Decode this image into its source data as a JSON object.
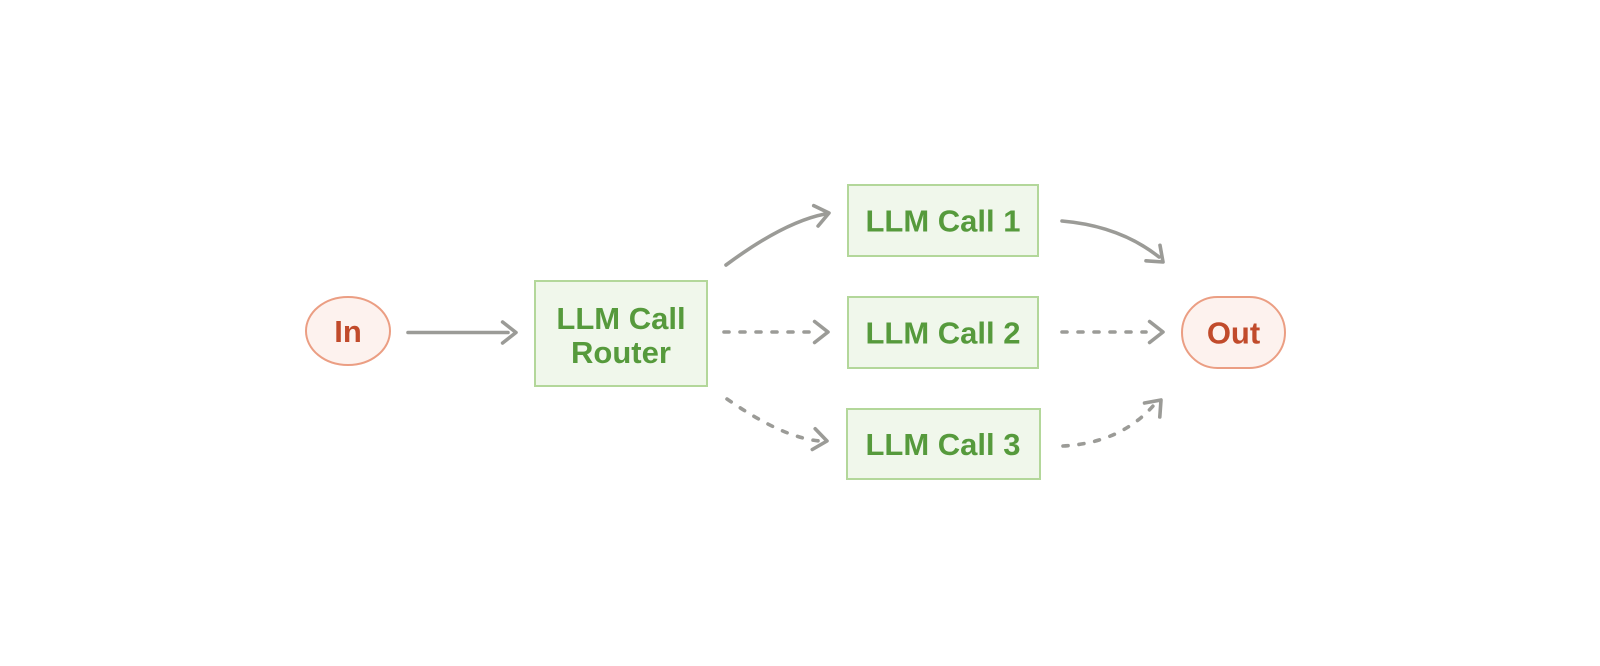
{
  "diagram": {
    "kind": "routing-workflow-flow-diagram",
    "nodes": {
      "in": {
        "label": "In",
        "shape": "ellipse",
        "color_role": "red"
      },
      "router": {
        "label": "LLM Call Router",
        "label_line1": "LLM Call",
        "label_line2": "Router",
        "shape": "rectangle",
        "color_role": "green"
      },
      "call1": {
        "label": "LLM Call 1",
        "shape": "rectangle",
        "color_role": "green"
      },
      "call2": {
        "label": "LLM Call 2",
        "shape": "rectangle",
        "color_role": "green"
      },
      "call3": {
        "label": "LLM Call 3",
        "shape": "rectangle",
        "color_role": "green"
      },
      "out": {
        "label": "Out",
        "shape": "pill",
        "color_role": "red"
      }
    },
    "edges": [
      {
        "from": "in",
        "to": "router",
        "style": "solid"
      },
      {
        "from": "router",
        "to": "call1",
        "style": "solid"
      },
      {
        "from": "router",
        "to": "call2",
        "style": "dashed"
      },
      {
        "from": "router",
        "to": "call3",
        "style": "dashed"
      },
      {
        "from": "call1",
        "to": "out",
        "style": "solid"
      },
      {
        "from": "call2",
        "to": "out",
        "style": "dashed"
      },
      {
        "from": "call3",
        "to": "out",
        "style": "dashed"
      }
    ]
  },
  "colors": {
    "background": "#ffffff",
    "arrow": "#9b9b97",
    "node_green_fill": "#f0f7eb",
    "node_green_border": "#b3d79a",
    "node_green_text": "#569a3c",
    "node_red_fill": "#fdf2ee",
    "node_red_border": "#eb9e83",
    "node_red_text": "#c14b2b"
  }
}
